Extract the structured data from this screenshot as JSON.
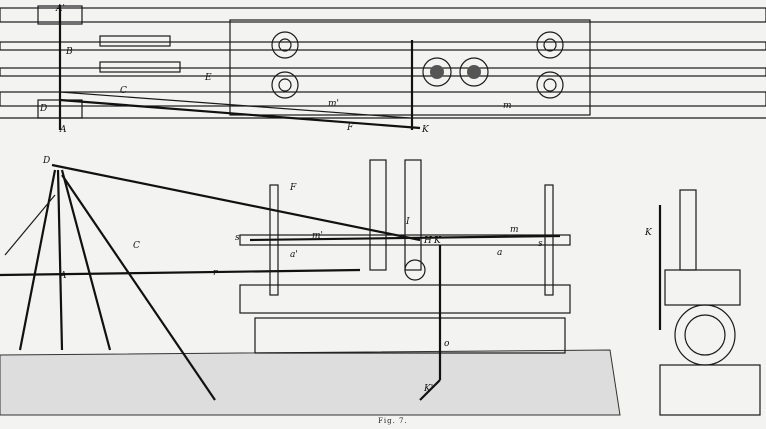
{
  "figure": {
    "caption": "Fig. 7.",
    "plan_view_labels": [
      "A'",
      "B",
      "E",
      "C",
      "D",
      "A",
      "m'",
      "m",
      "F",
      "K"
    ],
    "elevation_labels": [
      "D",
      "F",
      "A",
      "C",
      "r",
      "s",
      "m'",
      "a'",
      "I",
      "H",
      "K",
      "m",
      "a",
      "s",
      "o",
      "K'"
    ],
    "end_view_labels": [
      "K"
    ]
  }
}
